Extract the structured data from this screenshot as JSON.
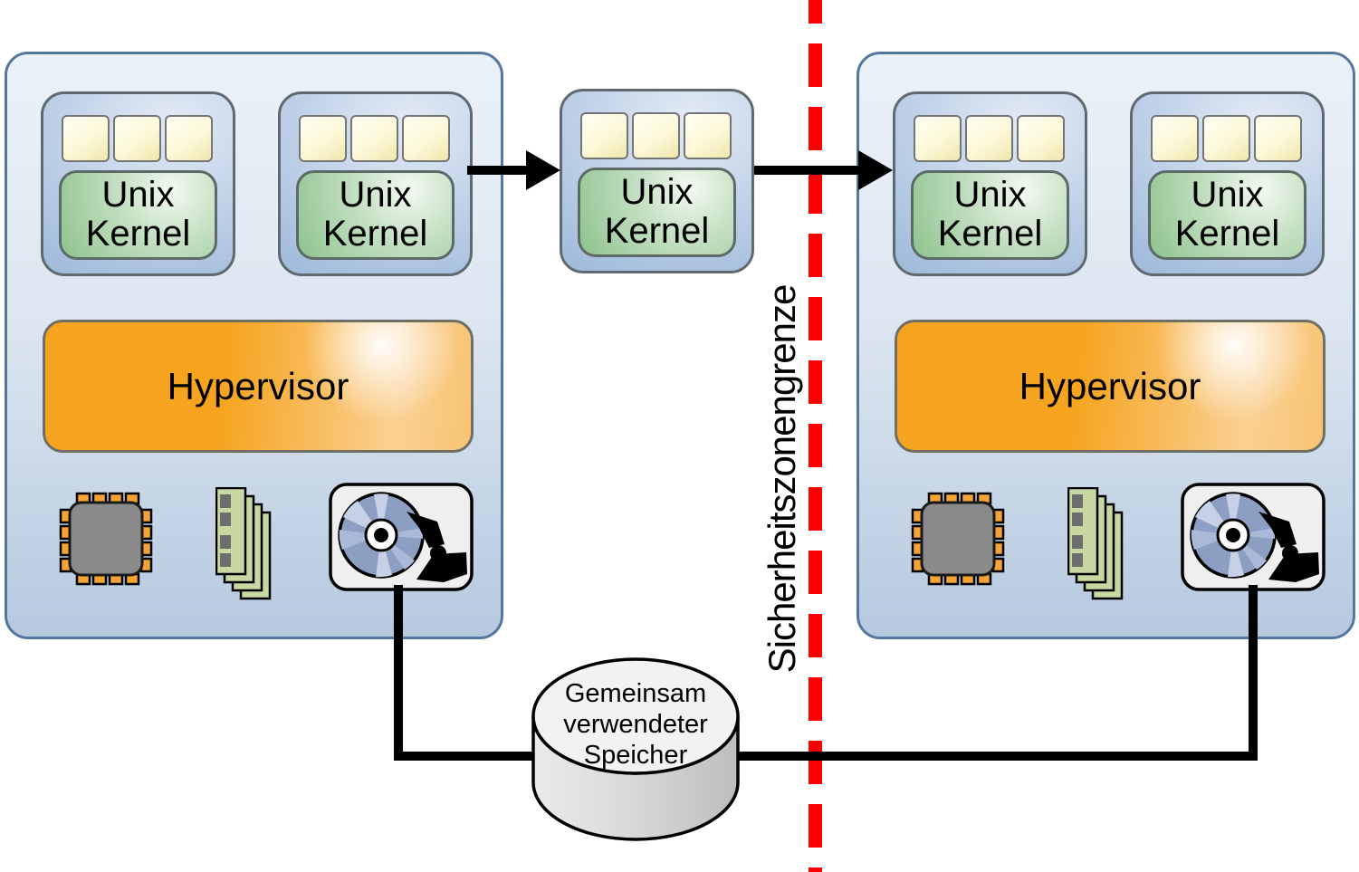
{
  "labels": {
    "vm_line1": "Unix",
    "vm_line2": "Kernel",
    "hypervisor": "Hypervisor",
    "boundary": "Sicherheitszonengrenze",
    "storage_line1": "Gemeinsam",
    "storage_line2": "verwendeter",
    "storage_line3": "Speicher"
  },
  "structure": {
    "left_host_vm_count": 2,
    "right_host_vm_count": 2,
    "migrating_vm_count": 1,
    "app_slots_per_vm": 3,
    "hardware_icons": [
      "cpu-chip",
      "memory-modules",
      "hard-disk"
    ],
    "arrows": [
      "left-host-to-migrating-vm",
      "migrating-vm-to-right-host"
    ],
    "storage_connects": [
      "left-host-disk",
      "right-host-disk"
    ]
  },
  "colors": {
    "host_fill_top": "#ebf1f8",
    "host_fill_bottom": "#b6c9df",
    "host_border": "#54779f",
    "vm_fill_center": "#e2ebf5",
    "vm_fill_edge": "#90afd4",
    "kernel_green_center": "#f3faf1",
    "kernel_green_edge": "#8ec38e",
    "app_slot_yellow": "#fcf8d8",
    "hypervisor_orange": "#f6a41f",
    "cpu_gray": "#8a8a8a",
    "pin_orange": "#f5a335",
    "memory_green": "#c7d8a3",
    "disc_blue": "#8d9ec3",
    "boundary_red": "#fb0000",
    "connector_black": "#000000",
    "storage_top": "#f2f2f2",
    "storage_body": "#d9d9d9"
  }
}
